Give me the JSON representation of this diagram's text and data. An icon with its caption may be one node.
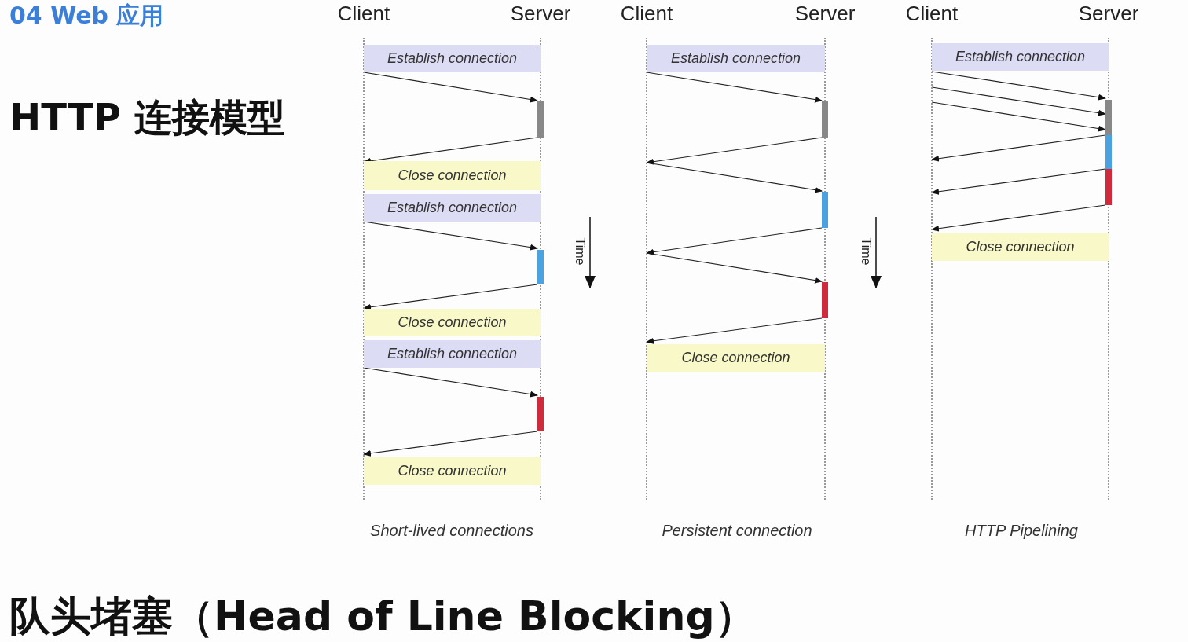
{
  "diagram": {
    "title": "04 Web 应用",
    "nodes": [
      {
        "text": [
          "Client"
        ]
      },
      {
        "text": [
          "Server"
        ]
      },
      {
        "text": [
          "Establish connection"
        ]
      },
      {
        "text": [],
        "shape": "bar"
      },
      {
        "text": [
          "Close connection"
        ]
      },
      {
        "text": [
          "Establish connection"
        ]
      },
      {
        "text": [],
        "shape": "bar"
      },
      {
        "text": [
          "Close connection"
        ]
      },
      {
        "text": [
          "Establish connection"
        ]
      },
      {
        "text": [],
        "shape": "bar"
      },
      {
        "text": [
          "Close connection"
        ]
      },
      {
        "text": [
          "Client"
        ]
      },
      {
        "text": [
          "Server"
        ]
      },
      {
        "text": [
          "Establish connection"
        ]
      },
      {
        "text": [],
        "shape": "bar"
      },
      {
        "text": [],
        "shape": "bar"
      },
      {
        "text": [],
        "shape": "bar"
      },
      {
        "text": [
          "Close connection"
        ]
      },
      {
        "text": [
          "Client"
        ]
      },
      {
        "text": [
          "Server"
        ]
      },
      {
        "text": [
          "Establish connection"
        ]
      },
      {
        "text": [],
        "shape": "bar"
      },
      {
        "text": [],
        "shape": "bar"
      },
      {
        "text": [],
        "shape": "bar"
      },
      {
        "text": [
          "Close connection"
        ]
      }
    ],
    "edges": [
      {
        "from": 0,
        "to": 3,
        "arrow": "to"
      },
      {
        "from": 3,
        "to": 0,
        "arrow": "to"
      },
      {
        "from": 0,
        "to": 6,
        "arrow": "to"
      },
      {
        "from": 6,
        "to": 0,
        "arrow": "to"
      },
      {
        "from": 0,
        "to": 9,
        "arrow": "to"
      },
      {
        "from": 9,
        "to": 0,
        "arrow": "to"
      },
      {
        "from": 11,
        "to": 14,
        "arrow": "to"
      },
      {
        "from": 14,
        "to": 11,
        "arrow": "to"
      },
      {
        "from": 11,
        "to": 15,
        "arrow": "to"
      },
      {
        "from": 15,
        "to": 11,
        "arrow": "to"
      },
      {
        "from": 11,
        "to": 16,
        "arrow": "to"
      },
      {
        "from": 16,
        "to": 11,
        "arrow": "to"
      },
      {
        "from": 18,
        "to": 21,
        "arrow": "to"
      },
      {
        "from": 18,
        "to": 21,
        "arrow": "to"
      },
      {
        "from": 18,
        "to": 21,
        "arrow": "to"
      },
      {
        "from": 21,
        "to": 18,
        "arrow": "to"
      },
      {
        "from": 22,
        "to": 18,
        "arrow": "to"
      },
      {
        "from": 23,
        "to": 18,
        "arrow": "to"
      }
    ],
    "labels": [
      "HTTP 连接模型",
      "Time",
      "Time",
      "Short-lived connections",
      "Persistent connection",
      "HTTP Pipelining",
      "队头堵塞（Head of Line Blocking）"
    ]
  }
}
